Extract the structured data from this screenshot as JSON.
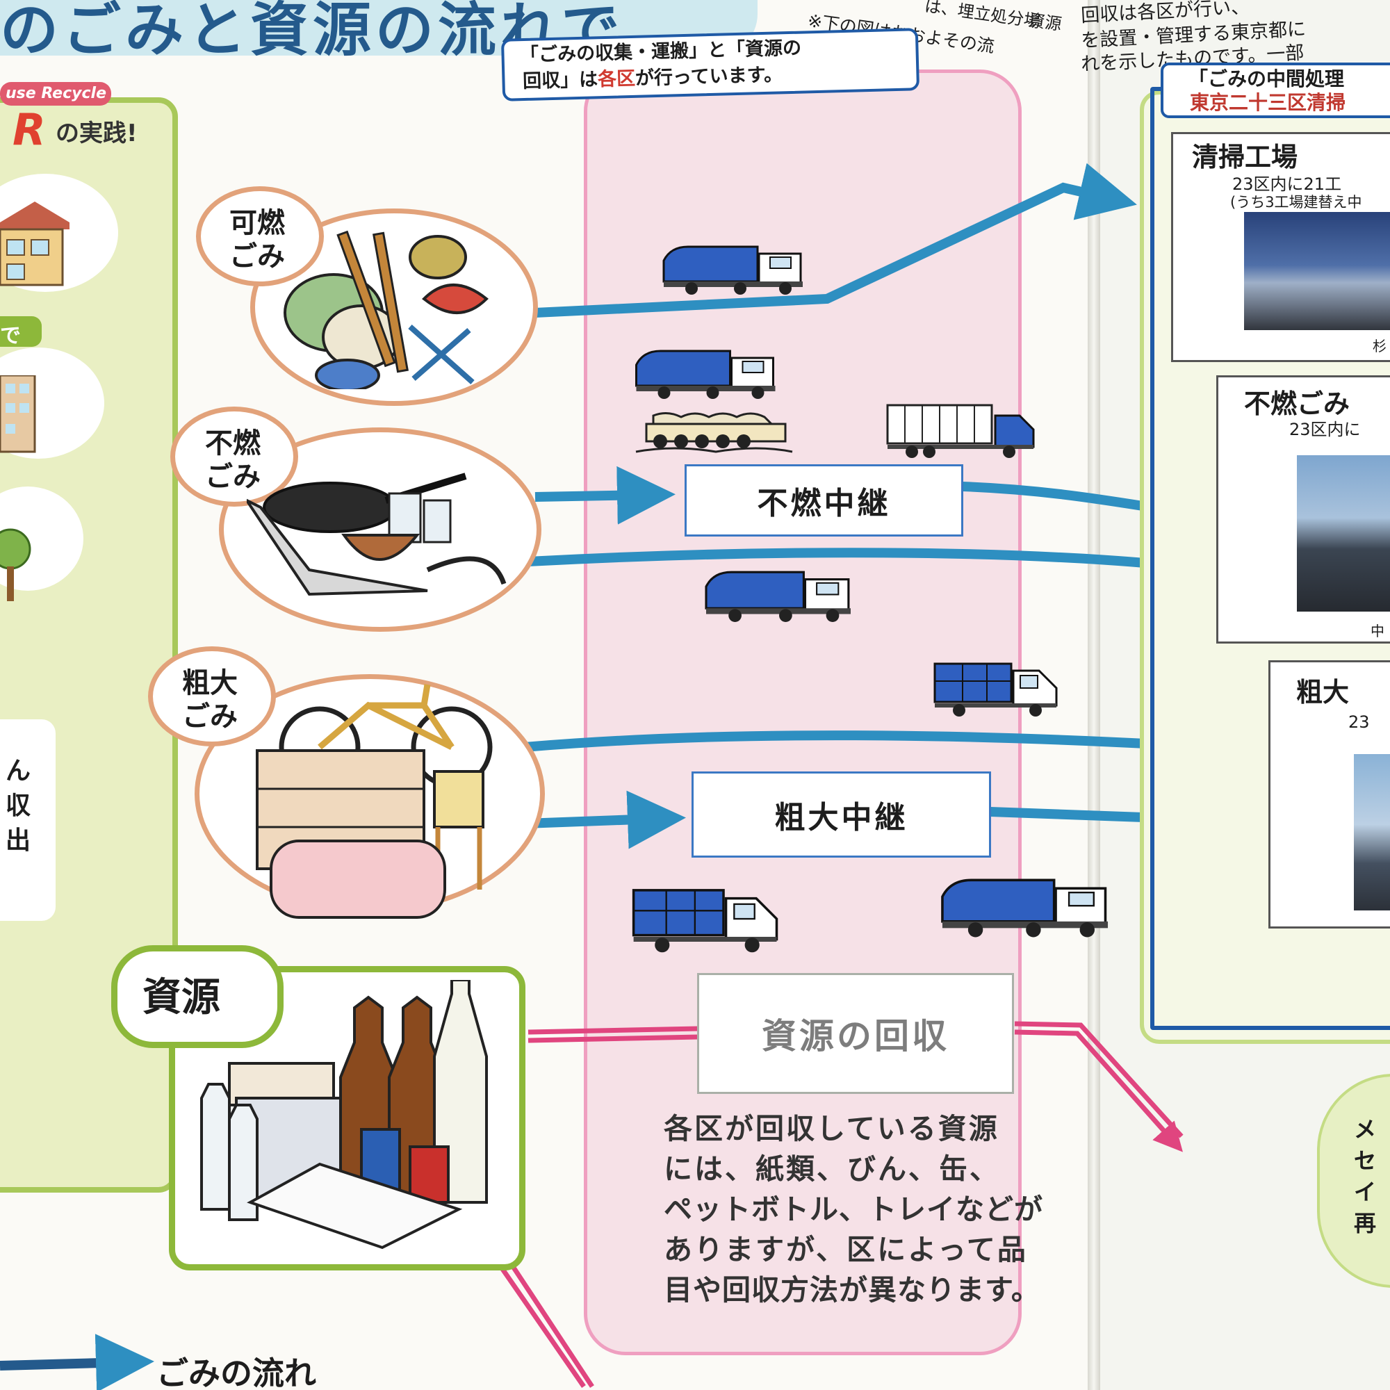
{
  "header": {
    "title": "のごみと資源の流れで",
    "note_top": "※下の図はおおよその流",
    "note_partial_1": "は、埋立処分場",
    "note_partial_2": "資源",
    "right_line_1": "回収は各区が行い、",
    "right_line_2": "を設置・管理する東京都に",
    "right_line_3": "れを示したものです。一部"
  },
  "left_panel": {
    "badge": "use Recycle",
    "heading_r": "R",
    "heading_rest": "の実践!",
    "side_text_1": "で",
    "side_text_2": "ん",
    "side_text_3": "収",
    "side_text_4": "出"
  },
  "collection_banner": {
    "line1": "「ごみの収集・運搬」と「資源の",
    "line2_pre": "回収」は",
    "line2_highlight": "各区",
    "line2_post": "が行っています。"
  },
  "categories": [
    {
      "label_line1": "可燃",
      "label_line2": "ごみ"
    },
    {
      "label_line1": "不燃",
      "label_line2": "ごみ"
    },
    {
      "label_line1": "粗大",
      "label_line2": "ごみ"
    },
    {
      "label_line1": "資源",
      "label_line2": ""
    }
  ],
  "relays": {
    "funen": "不燃中継",
    "sodai": "粗大中継",
    "shigen": "資源の回収"
  },
  "resource_text": [
    "各区が回収している資源",
    "には、紙類、びん、缶、",
    "ペットボトル、トレイなどが",
    "ありますが、区によって品",
    "目や回収方法が異なります。"
  ],
  "right_panel": {
    "banner_line1": "「ごみの中間処理",
    "banner_line2": "東京二十三区清掃",
    "facility1_title": "清掃工場",
    "facility1_sub1": "23区内に21工",
    "facility1_sub2": "(うち3工場建替え中",
    "facility1_caption": "杉",
    "facility2_title": "不燃ごみ",
    "facility2_sub": "23区内に",
    "facility2_caption": "中",
    "facility3_title": "粗大",
    "facility3_sub": "23",
    "green_text": [
      "メ",
      "セ",
      "イ",
      "再"
    ]
  },
  "legend": {
    "label": "ごみの流れ"
  },
  "colors": {
    "flow_blue": "#2e8fc1",
    "resource_pink": "#e0457f",
    "pink_zone": "#f4dbe2",
    "panel_blue": "#1f5aa6",
    "green_frame": "#8db83a",
    "circle_orange": "#e2a27a",
    "truck_blue": "#2f5fc0"
  }
}
